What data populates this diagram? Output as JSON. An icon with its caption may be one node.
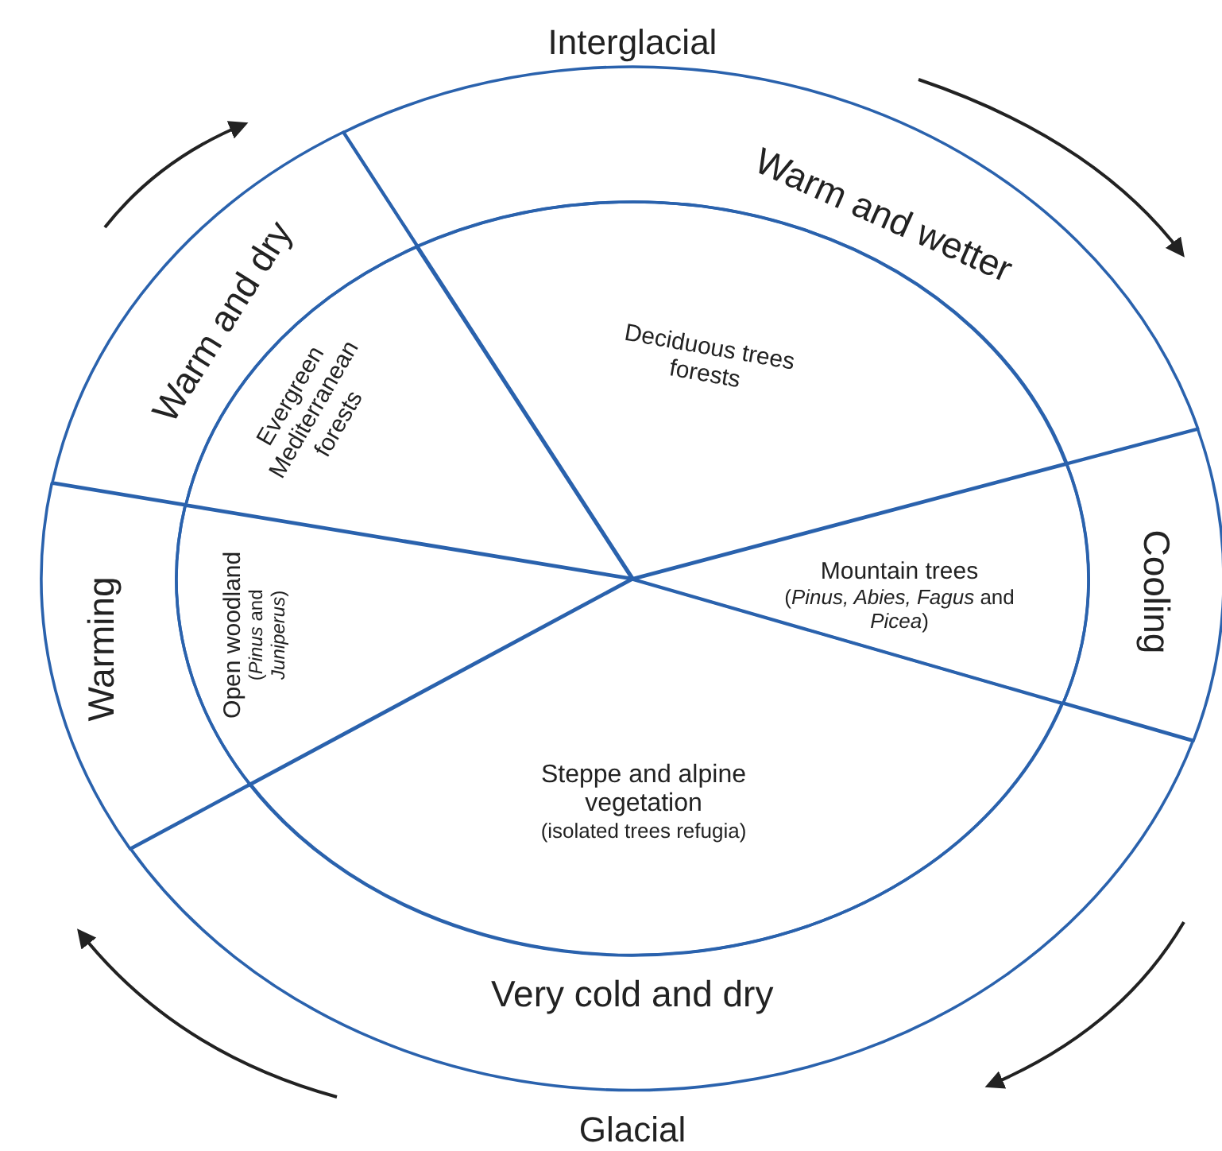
{
  "diagram": {
    "nodes": [
      {
        "text": [
          "Warm and dry"
        ]
      },
      {
        "text": [
          "Warm and wetter"
        ]
      },
      {
        "text": [
          "Evergreen Mediterranean forests"
        ]
      },
      {
        "text": [
          "Deciduous trees forests"
        ]
      },
      {
        "text": [
          "Cooling"
        ]
      },
      {
        "text": [
          "Mountain trees",
          "(*Pinus, Abies, Fagus* and *Picea*)"
        ]
      },
      {
        "text": [
          "Warming"
        ]
      },
      {
        "text": [
          "Open woodland",
          "(*Pinus* and *Juniperus*)"
        ]
      },
      {
        "text": [
          "Steppe and alpine vegetation",
          "(isolated trees refugia)"
        ]
      },
      {
        "text": [
          "Very cold and dry"
        ]
      }
    ],
    "labels": [
      "Interglacial",
      "Glacial"
    ]
  }
}
